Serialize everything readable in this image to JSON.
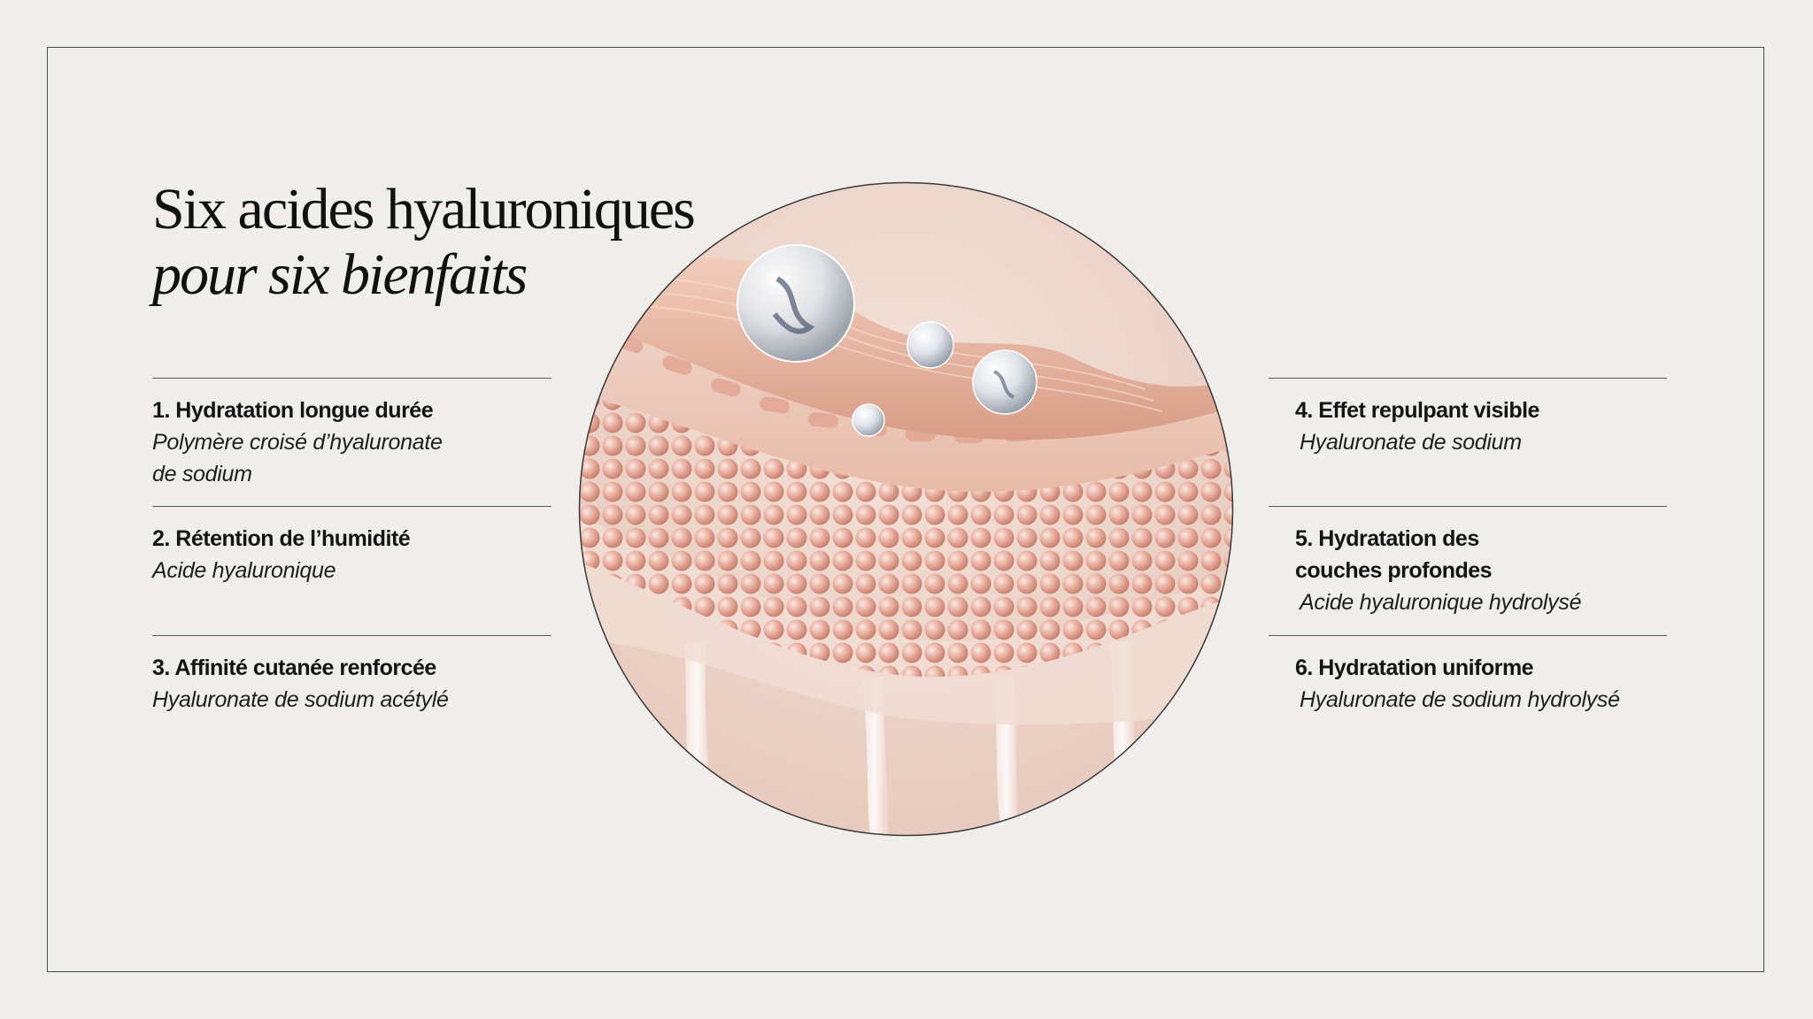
{
  "heading": {
    "line1": "Six acides hyaluroniques",
    "line2": "pour six bienfaits"
  },
  "benefits": [
    {
      "name": "1. Hydratation longue durée",
      "ingredient_line1": "Polymère croisé d’hyaluronate",
      "ingredient_line2": "de sodium"
    },
    {
      "name": "2. Rétention de l’humidité",
      "ingredient_line1": "Acide hyaluronique"
    },
    {
      "name": "3. Affinité cutanée renforcée",
      "ingredient_line1": "Hyaluronate de sodium acétylé"
    },
    {
      "name": "4. Effet repulpant visible",
      "ingredient_line1": "Hyaluronate de sodium"
    },
    {
      "name_line1": "5. Hydratation des",
      "name_line2": "couches profondes",
      "ingredient_line1": "Acide hyaluronique hydrolysé"
    },
    {
      "name": "6. Hydratation uniforme",
      "ingredient_line1": "Hyaluronate de sodium hydrolysé"
    }
  ],
  "colors": {
    "background": "#efeeea",
    "frame": "#4a4a4a",
    "skin_pink": "#e8b9a6",
    "skin_light": "#f3d9cc"
  }
}
